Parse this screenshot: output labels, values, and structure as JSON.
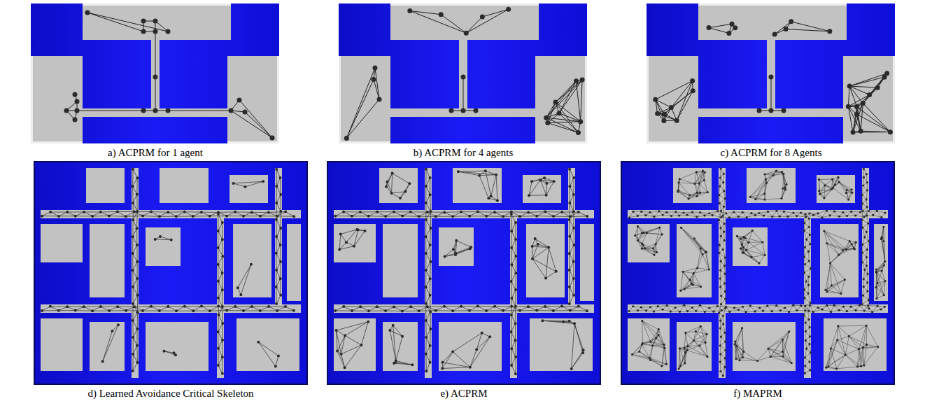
{
  "diagram": {
    "labels": [
      "a) ACPRM for 1 agent",
      "b) ACPRM for 4 agents",
      "c) ACPRM for 8 Agents",
      "d) Learned Avoidance Critical Skeleton",
      "e) ACPRM",
      "f) MAPRM"
    ]
  }
}
